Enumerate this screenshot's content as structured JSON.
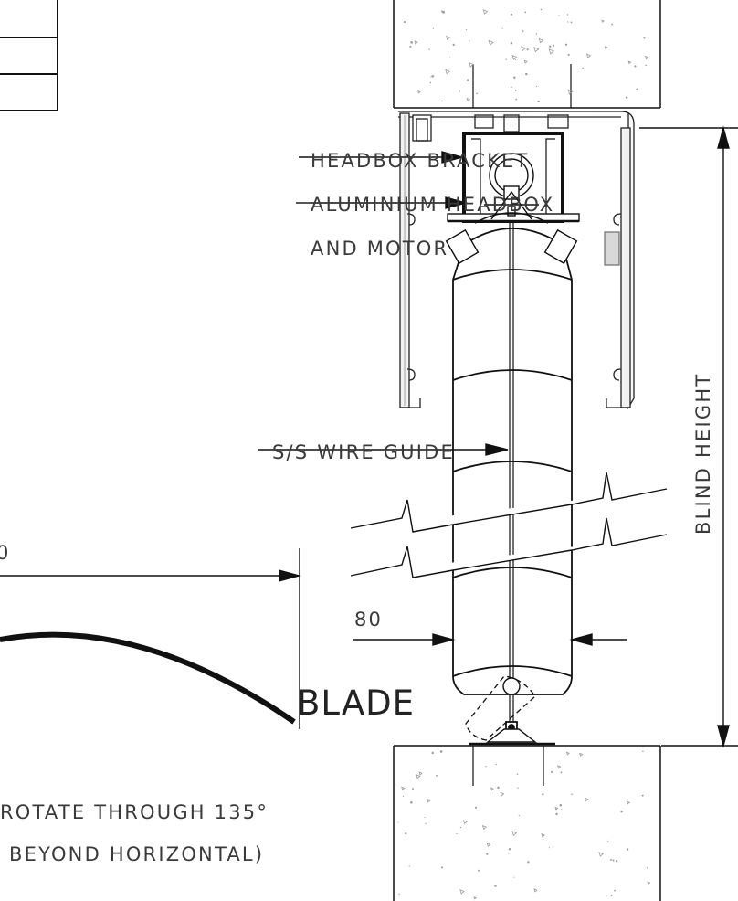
{
  "labels": {
    "headbox_bracket": "HEADBOX BRACKET",
    "aluminium_headbox": "ALUMINIUM HEADBOX",
    "and_motor": "AND MOTOR",
    "wire_guide": "S/S WIRE GUIDE",
    "blind_height": "BLIND HEIGHT",
    "dim_80": "80",
    "dim_partial": "0",
    "blade": "BLADE",
    "rotate_line1": "ROTATE THROUGH 135°",
    "rotate_line2": "BEYOND HORIZONTAL)"
  },
  "colors": {
    "line": "#111111",
    "text": "#3a3a3a",
    "concrete_speckle": "#9a9a9a"
  }
}
